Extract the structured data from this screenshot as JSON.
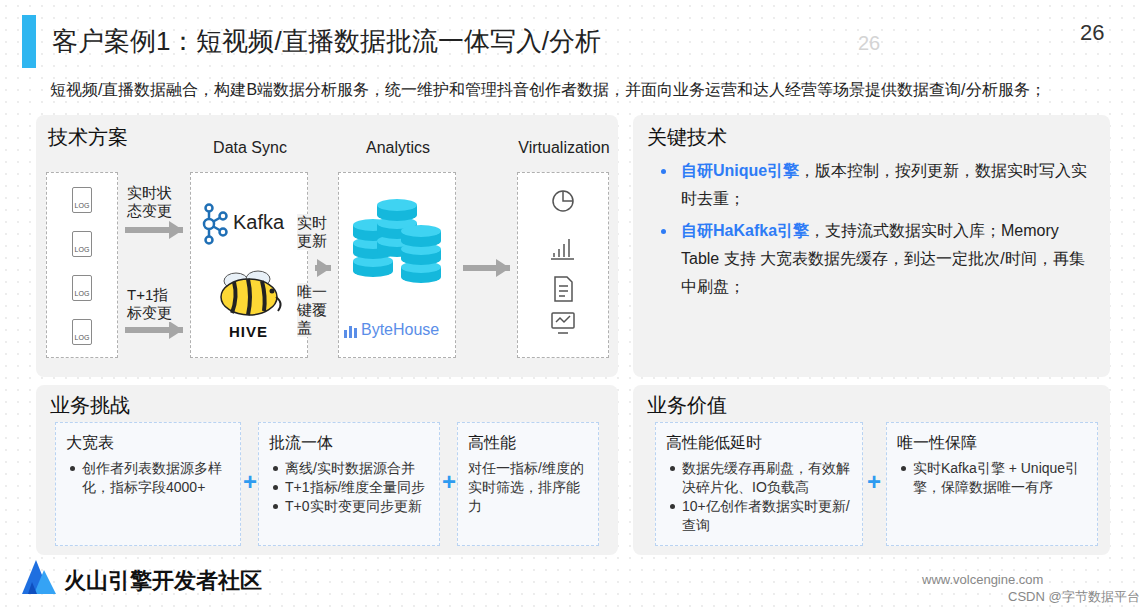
{
  "diagram": {
    "title": "客户案例1：短视频/直播数据批流一体写入/分析",
    "nodes": [
      {
        "text": [
          "技术方案"
        ]
      },
      {
        "text": [
          "LOG",
          "LOG",
          "LOG",
          "LOG"
        ],
        "in": 0
      },
      {
        "text": [
          "Data Sync",
          "Kafka",
          "HIVE"
        ],
        "in": 0
      },
      {
        "text": [
          "Analytics",
          "ByteHouse"
        ],
        "in": 0
      },
      {
        "text": [
          "Virtualization"
        ],
        "in": 0
      },
      {
        "text": [
          "关键技术",
          "自研Unique引擎",
          "，版本控制，按列更新，数据实时写入实时去重；",
          "自研HaKafka引擎",
          "，支持流式数据实时入库；Memory Table 支持 大宽表数据先缓存，到达一定批次/时间，再集中刷盘；"
        ]
      },
      {
        "text": [
          "业务挑战"
        ]
      },
      {
        "text": [
          "大宽表",
          "创作者列表数据源多样化，指标字段4000+"
        ],
        "in": 6
      },
      {
        "text": [
          "批流一体",
          "离线/实时数据源合并",
          "T+1指标/维度全量同步",
          "T+0实时变更同步更新"
        ],
        "in": 6
      },
      {
        "text": [
          "高性能",
          "对任一指标/维度的实时筛选，排序能力"
        ],
        "in": 6
      },
      {
        "text": [
          "业务价值"
        ]
      },
      {
        "text": [
          "高性能低延时",
          "数据先缓存再刷盘，有效解决碎片化、IO负载高",
          "10+亿创作者数据实时更新/查询"
        ],
        "in": 10
      },
      {
        "text": [
          "唯一性保障",
          "实时Kafka引擎 + Unique引擎，保障数据唯一有序"
        ],
        "in": 10
      }
    ],
    "edges": [
      {
        "from": 1,
        "to": 2,
        "arrow": "to",
        "label": "实时状态变更"
      },
      {
        "from": 1,
        "to": 2,
        "arrow": "to",
        "label": "T+1指标变更"
      },
      {
        "from": 2,
        "to": 3,
        "arrow": "to",
        "label": "实时更新"
      },
      {
        "from": 3,
        "to": 4,
        "arrow": "to"
      }
    ],
    "labels": [
      "26",
      "26",
      "短视频/直播数据融合，构建B端数据分析服务，统一维护和管理抖音创作者数据，并面向业务运营和达人经营等场景提供数据查询/分析服务；",
      "唯一键覆盖",
      "+",
      "+",
      "+",
      "火山引擎开发者社区",
      "www.volcengine.com",
      "CSDN @字节数据平台"
    ]
  }
}
